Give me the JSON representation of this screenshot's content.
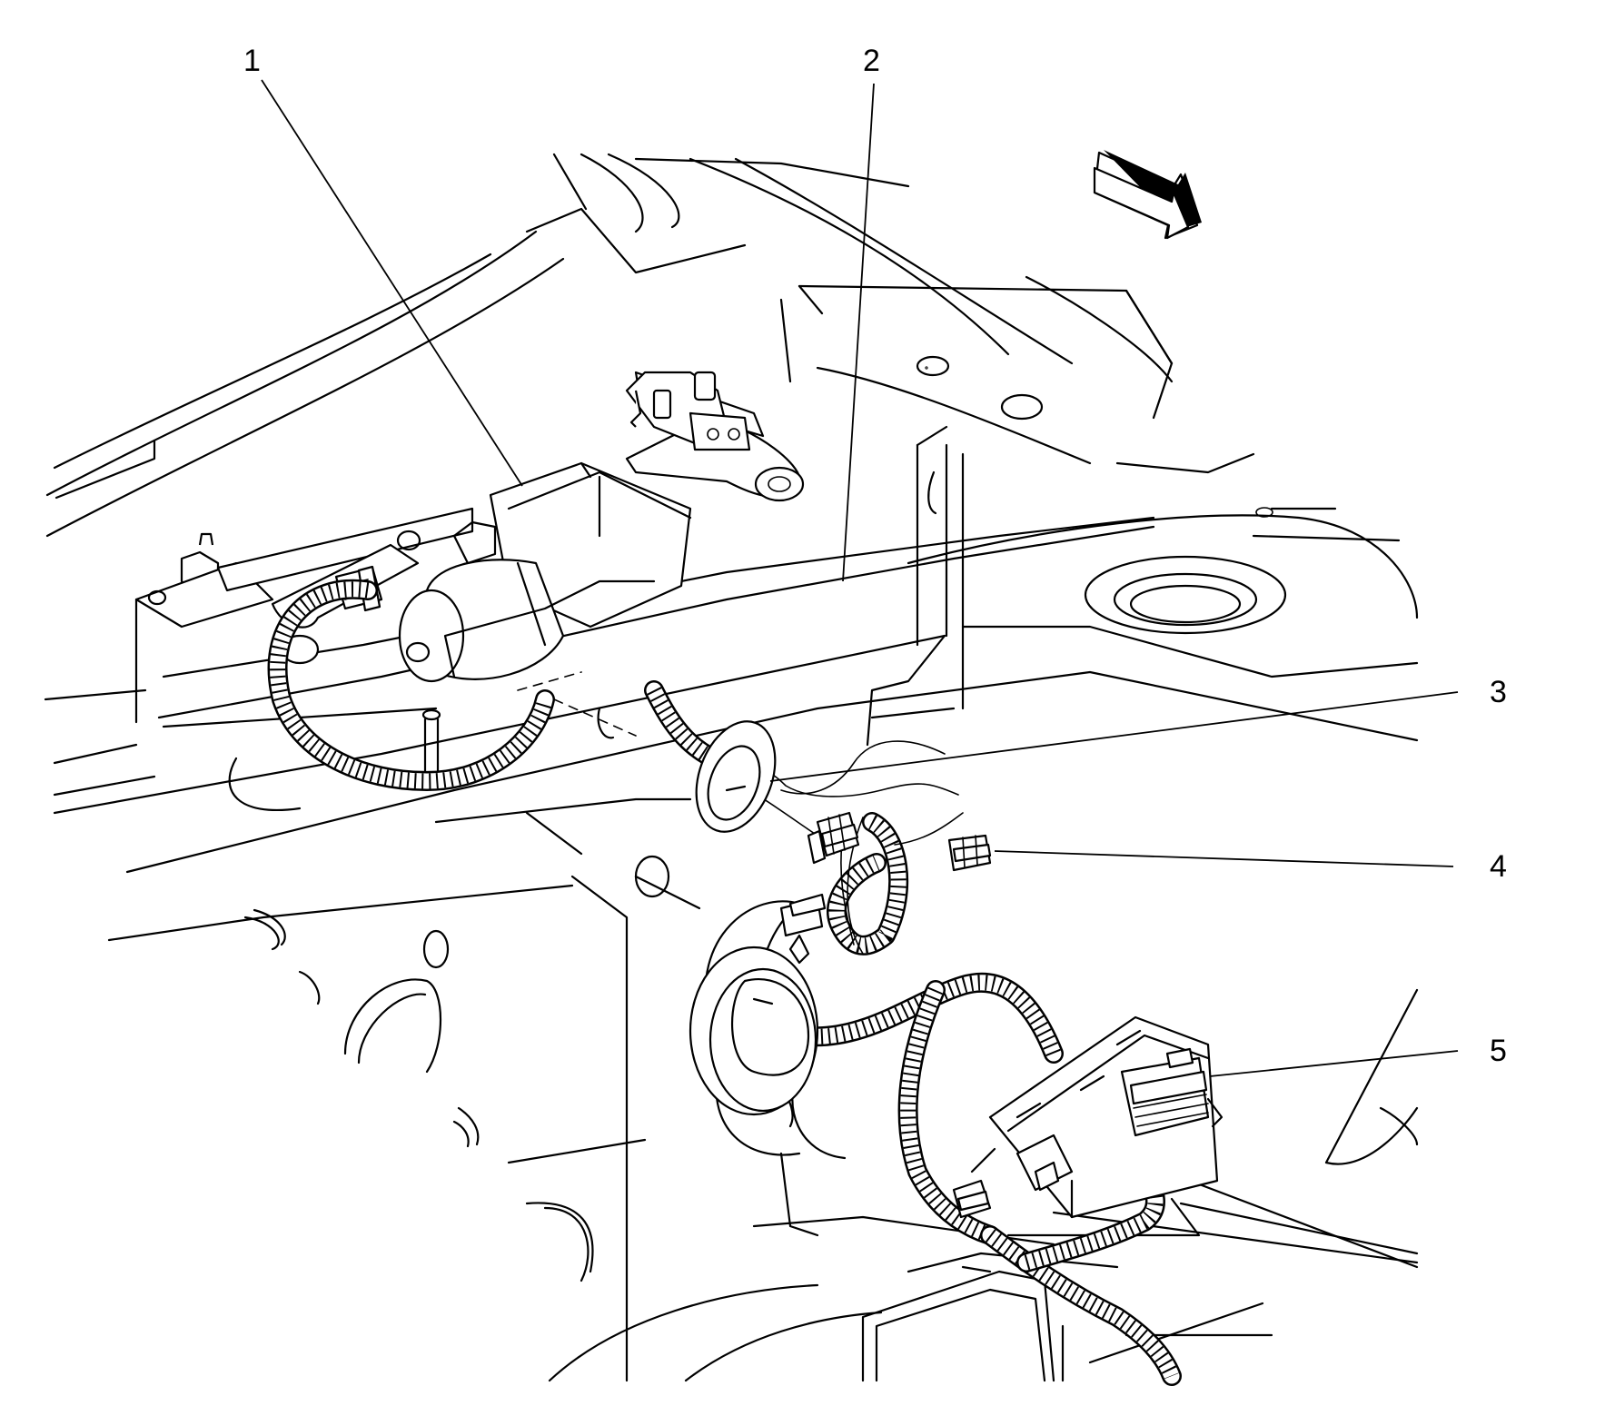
{
  "callouts": {
    "c1": "1",
    "c2": "2",
    "c3": "3",
    "c4": "4",
    "c5": "5"
  },
  "colors": {
    "line": "#000000",
    "background": "#ffffff"
  },
  "icons": {
    "direction_arrow": "front-direction-arrow-icon"
  }
}
